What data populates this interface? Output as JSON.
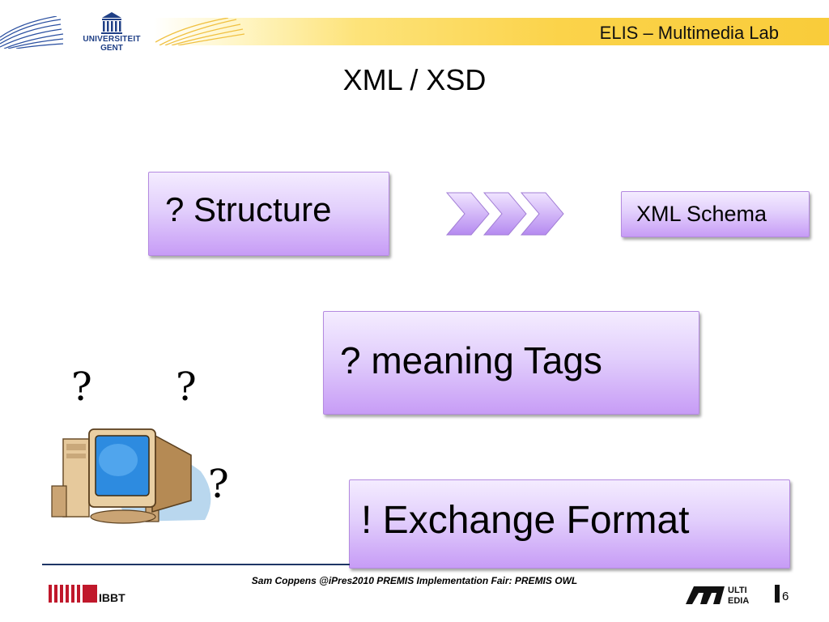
{
  "header": {
    "lab": "ELIS – Multimedia Lab",
    "university_line1": "UNIVERSITEIT",
    "university_line2": "GENT"
  },
  "slide": {
    "title": "XML / XSD",
    "boxes": {
      "structure": "? Structure",
      "schema": "XML Schema",
      "meaning": "? meaning Tags",
      "exchange": "! Exchange Format"
    },
    "question_marks": [
      "?",
      "?",
      "?"
    ]
  },
  "footer": {
    "text": "Sam Coppens @iPres2010 PREMIS Implementation Fair: PREMIS OWL",
    "ibbt": "IBBT",
    "page": "6"
  },
  "colors": {
    "accent_yellow": "#fbd34a",
    "brand_blue": "#1f3f86",
    "box_purple": "#c79cf6"
  }
}
